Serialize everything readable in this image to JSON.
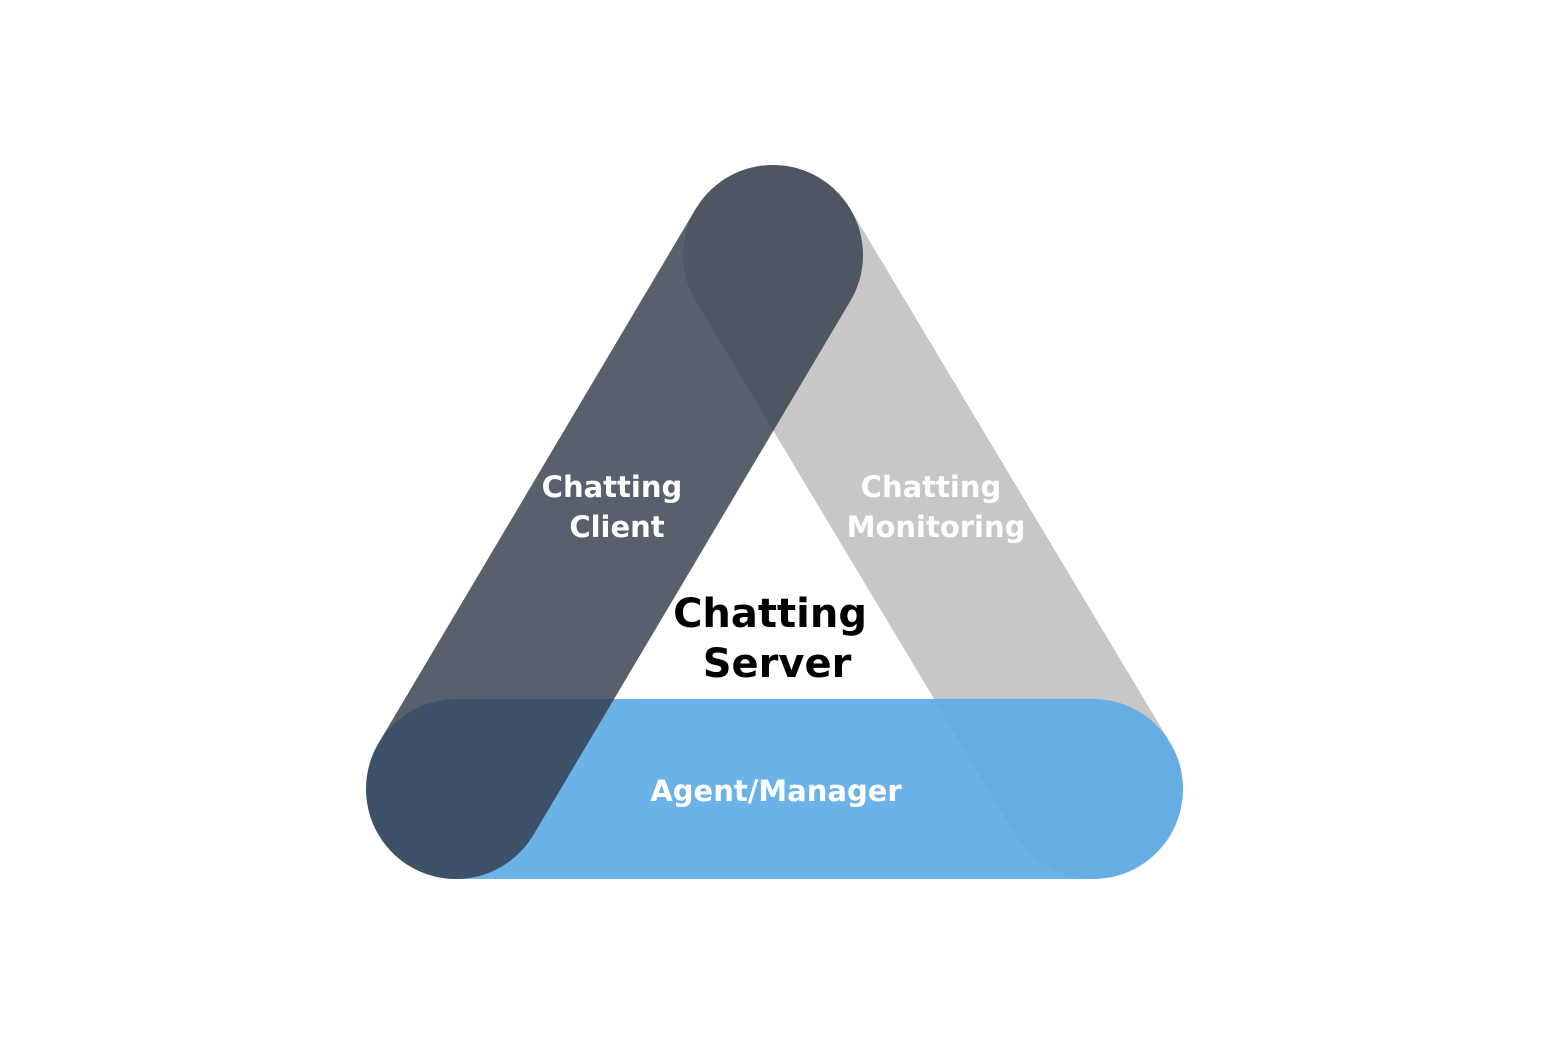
{
  "diagram": {
    "center": {
      "line1": "Chatting",
      "line2": "Server"
    },
    "left_band": {
      "line1": "Chatting",
      "line2": "Client",
      "color": "#333D4D"
    },
    "right_band": {
      "line1": "Chatting",
      "line2": "Monitoring",
      "color": "#BFBFBF"
    },
    "bottom_band": {
      "label": "Agent/Manager",
      "color": "#5AAAE6"
    },
    "colors": {
      "center_text": "#000000",
      "band_text": "#FFFFFF"
    }
  }
}
